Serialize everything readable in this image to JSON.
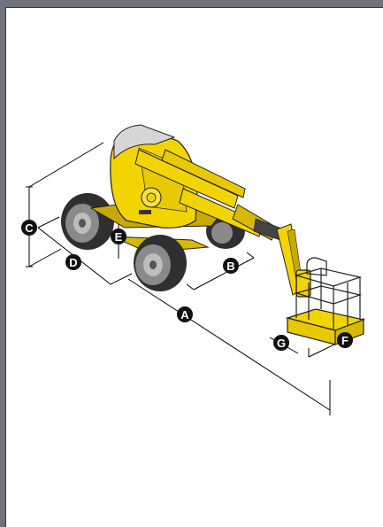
{
  "diagram": {
    "dimension_labels": [
      "A",
      "B",
      "C",
      "D",
      "E",
      "F",
      "G"
    ]
  },
  "colors": {
    "machine_yellow": "#f2d400",
    "machine_shadow": "#c9a800",
    "tire_dark": "#2f2f2f",
    "label_fill": "#111111",
    "page_bg": "#ffffff",
    "frame_bg": "#70737d"
  }
}
